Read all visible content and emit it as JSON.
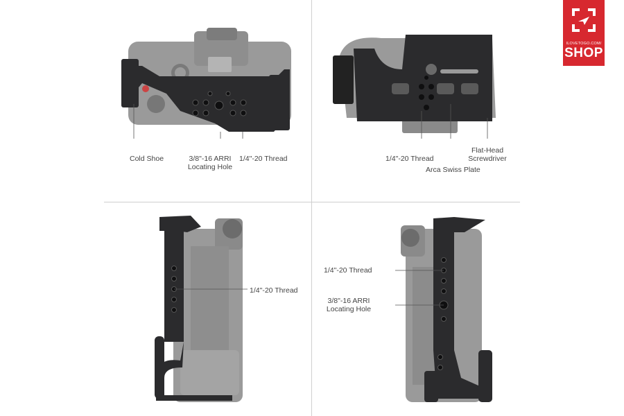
{
  "logo": {
    "tagline": "ILOVETOGO.COM/",
    "wordmark": "SHOP",
    "color": "#d7282f"
  },
  "callouts": {
    "top_left": {
      "cold_shoe": "Cold Shoe",
      "arri_line1": "3/8\"-16 ARRI",
      "arri_line2": "Locating Hole",
      "thread": "1/4\"-20 Thread"
    },
    "top_right": {
      "thread": "1/4\"-20 Thread",
      "arca": "Arca Swiss Plate",
      "screwdriver_line1": "Flat-Head",
      "screwdriver_line2": "Screwdriver"
    },
    "bottom_left": {
      "thread": "1/4\"-20 Thread"
    },
    "bottom_right": {
      "thread": "1/4\"-20 Thread",
      "arri_line1": "3/8\"-16 ARRI",
      "arri_line2": "Locating Hole"
    }
  },
  "colors": {
    "cage": "#2b2b2d",
    "camera": "#8a8a8a",
    "divider": "#cfcfcf"
  }
}
